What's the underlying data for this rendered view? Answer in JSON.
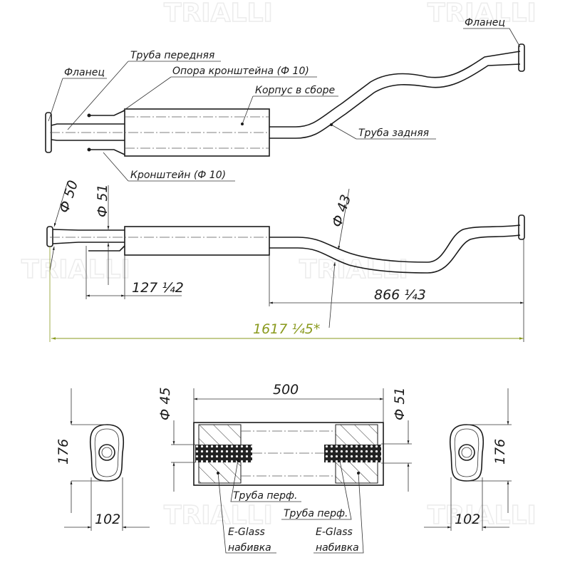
{
  "watermark": "TRIALLI",
  "top_view": {
    "labels": {
      "flange_right": "Фланец",
      "flange_left": "Фланец",
      "front_pipe": "Труба передняя",
      "bracket_support": "Опора кронштейна (Ф 10)",
      "body_assembly": "Корпус в сборе",
      "rear_pipe": "Труба задняя",
      "bracket": "Кронштейн (Ф 10)"
    }
  },
  "side_view": {
    "dims": {
      "d50": "Ф 50",
      "d51": "Ф 51",
      "d43": "Ф 43",
      "len_front": "127 ¼2",
      "len_rear": "866 ¼3",
      "len_total": "1617 ¼5*"
    },
    "total_color": "#8a9a1e"
  },
  "section_view": {
    "dims": {
      "length": "500",
      "d45": "Ф 45",
      "d51": "Ф 51"
    },
    "labels": {
      "perf_left": "Труба перф.",
      "perf_right": "Труба перф.",
      "eglass_left": "E-Glass",
      "packing_left": "набивка",
      "eglass_right": "E-Glass",
      "packing_right": "набивка"
    }
  },
  "end_views": {
    "left": {
      "height": "176",
      "width": "102"
    },
    "right": {
      "height": "176",
      "width": "102"
    }
  }
}
